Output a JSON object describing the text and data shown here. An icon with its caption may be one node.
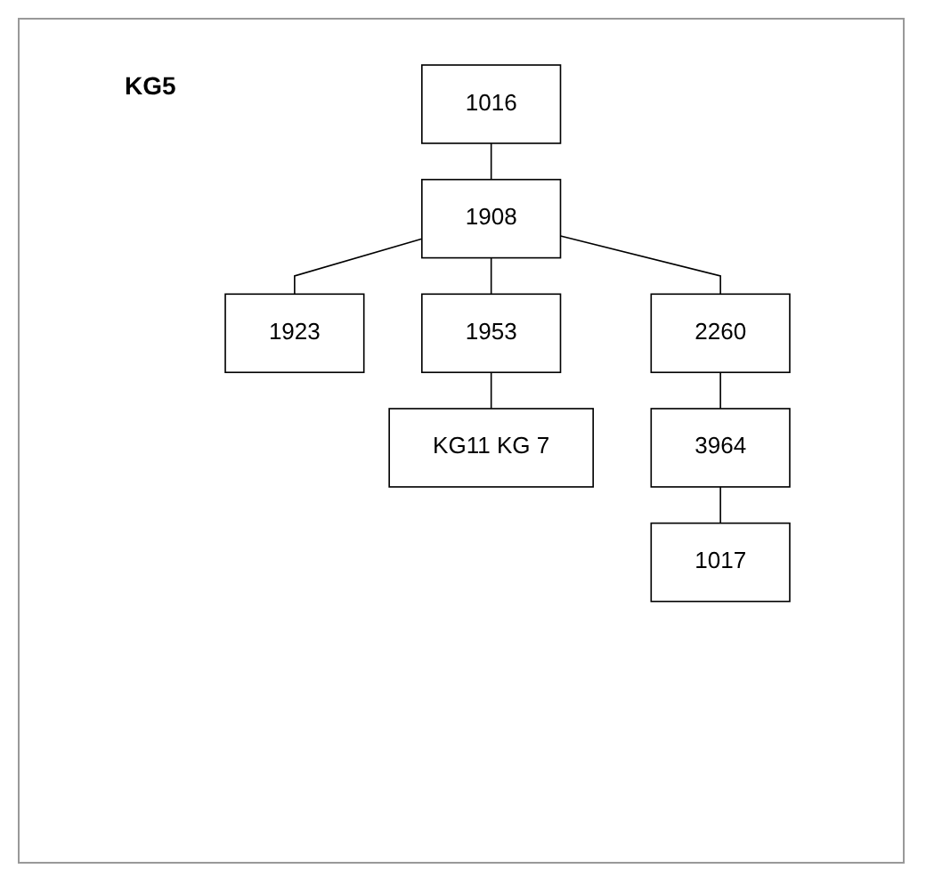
{
  "diagram": {
    "nodes": [
      {
        "text": [
          "1016"
        ]
      },
      {
        "text": [
          "1908"
        ]
      },
      {
        "text": [
          "1923"
        ]
      },
      {
        "text": [
          "1953"
        ]
      },
      {
        "text": [
          "2260"
        ]
      },
      {
        "text": [
          "KG11 KG 7"
        ]
      },
      {
        "text": [
          "3964"
        ]
      },
      {
        "text": [
          "1017"
        ]
      }
    ],
    "edges": [
      {
        "from": 0,
        "to": 1,
        "arrow": "none"
      },
      {
        "from": 1,
        "to": 2,
        "arrow": "none"
      },
      {
        "from": 1,
        "to": 3,
        "arrow": "none"
      },
      {
        "from": 1,
        "to": 4,
        "arrow": "none"
      },
      {
        "from": 3,
        "to": 5,
        "arrow": "none"
      },
      {
        "from": 4,
        "to": 6,
        "arrow": "none"
      },
      {
        "from": 6,
        "to": 7,
        "arrow": "none"
      }
    ],
    "labels": [
      "KG5"
    ]
  }
}
